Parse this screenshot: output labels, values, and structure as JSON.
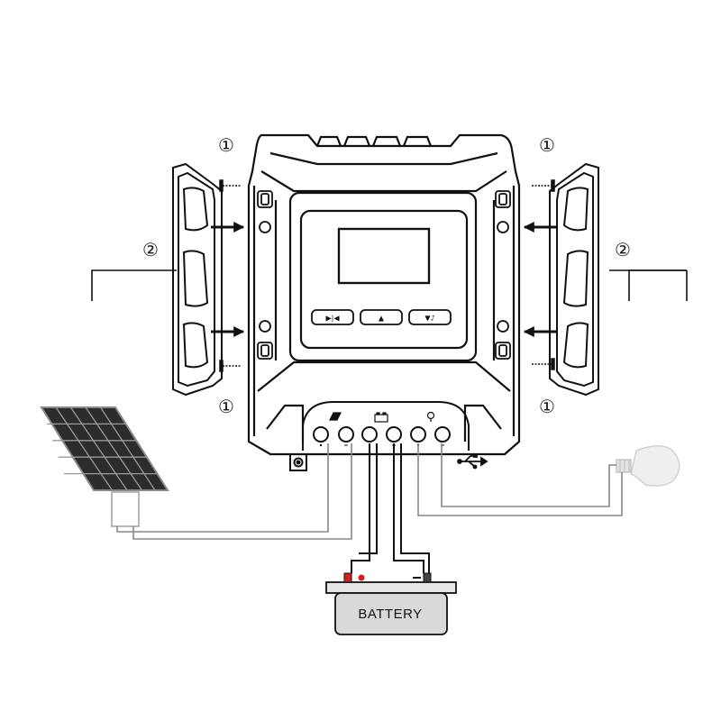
{
  "step_markers": {
    "step1": "①",
    "step2": "②"
  },
  "battery": {
    "label": "BATTERY"
  },
  "buttons": [
    {
      "icon": "enter-icon",
      "glyph": "▶|◀"
    },
    {
      "icon": "up-icon",
      "glyph": "▲"
    },
    {
      "icon": "down-icon",
      "glyph": "▼♪"
    }
  ],
  "colors": {
    "line": "#111111",
    "battery_fill": "#d9d9d9",
    "battery_positive": "#d02020",
    "wire": "#777777"
  }
}
